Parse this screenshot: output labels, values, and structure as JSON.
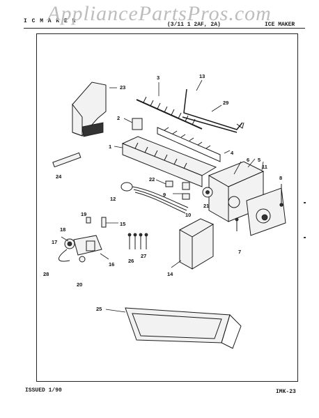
{
  "watermark": "AppliancePartsPros.com",
  "header": {
    "left": "I C M A K E R",
    "middle": "(3/11 1 2AF, 2A)",
    "right": "ICE MAKER"
  },
  "footer": {
    "issued": "ISSUED 1/90",
    "page_code": "IMK-23"
  },
  "callouts": [
    {
      "id": "c23",
      "text": "23"
    },
    {
      "id": "c3",
      "text": "3"
    },
    {
      "id": "c13",
      "text": "13"
    },
    {
      "id": "c29",
      "text": "29"
    },
    {
      "id": "c2",
      "text": "2"
    },
    {
      "id": "c1",
      "text": "1"
    },
    {
      "id": "c4",
      "text": "4"
    },
    {
      "id": "c6",
      "text": "6"
    },
    {
      "id": "c5",
      "text": "5"
    },
    {
      "id": "c11",
      "text": "11"
    },
    {
      "id": "c24",
      "text": "24"
    },
    {
      "id": "c22",
      "text": "22"
    },
    {
      "id": "c9",
      "text": "9"
    },
    {
      "id": "c12",
      "text": "12"
    },
    {
      "id": "c21",
      "text": "21"
    },
    {
      "id": "c10",
      "text": "10"
    },
    {
      "id": "c8",
      "text": "8"
    },
    {
      "id": "c19",
      "text": "19"
    },
    {
      "id": "c15",
      "text": "15"
    },
    {
      "id": "c18",
      "text": "18"
    },
    {
      "id": "c17",
      "text": "17"
    },
    {
      "id": "c16",
      "text": "16"
    },
    {
      "id": "c26",
      "text": "26"
    },
    {
      "id": "c27",
      "text": "27"
    },
    {
      "id": "c7",
      "text": "7"
    },
    {
      "id": "c14",
      "text": "14"
    },
    {
      "id": "c28",
      "text": "28"
    },
    {
      "id": "c20",
      "text": "20"
    },
    {
      "id": "c25",
      "text": "25"
    }
  ]
}
